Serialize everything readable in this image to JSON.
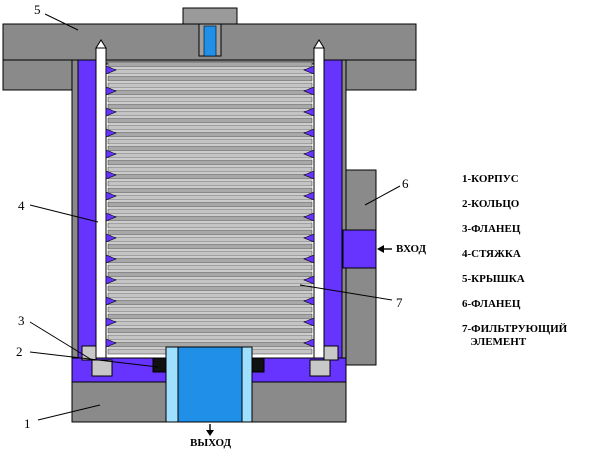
{
  "legend": [
    "1-КОРПУС",
    "2-КОЛЬЦО",
    "3-ФЛАНЕЦ",
    "4-СТЯЖКА",
    "5-КРЫШКА",
    "6-ФЛАНЕЦ",
    "7-ФИЛЬТРУЮЩИЙ\n   ЭЛЕМЕНТ"
  ],
  "callouts": [
    "1",
    "2",
    "3",
    "4",
    "5",
    "6",
    "7"
  ],
  "inlet_label": "ВХОД",
  "outlet_label": "ВЫХОД",
  "colors": {
    "housing": "#8a8a8a",
    "purple": "#6633ff",
    "blue": "#1f8fe8",
    "disc": "#b0b0b0",
    "seal": "#111111"
  }
}
